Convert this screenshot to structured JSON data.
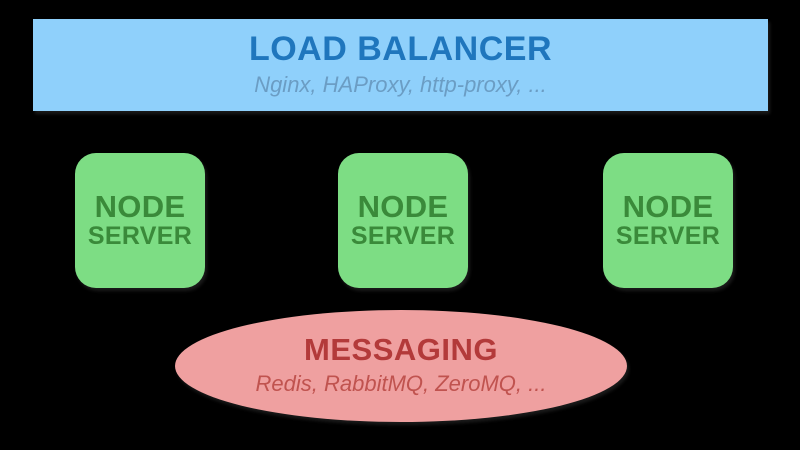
{
  "diagram": {
    "background_color": "#000000",
    "load_balancer": {
      "title": "LOAD BALANCER",
      "subtitle": "Nginx, HAProxy, http-proxy, ...",
      "fill_color": "#8fd0fb",
      "title_color": "#1f76bd",
      "subtitle_color": "#6b9dc4"
    },
    "node_servers": {
      "fill_color": "#7ddd84",
      "text_color": "#3a8a3a",
      "items": [
        {
          "line1": "NODE",
          "line2": "SERVER"
        },
        {
          "line1": "NODE",
          "line2": "SERVER"
        },
        {
          "line1": "NODE",
          "line2": "SERVER"
        }
      ]
    },
    "messaging": {
      "title": "MESSAGING",
      "subtitle": "Redis, RabbitMQ, ZeroMQ, ...",
      "fill_color": "#efa0a0",
      "title_color": "#b33a3a",
      "subtitle_color": "#c0534f"
    }
  }
}
